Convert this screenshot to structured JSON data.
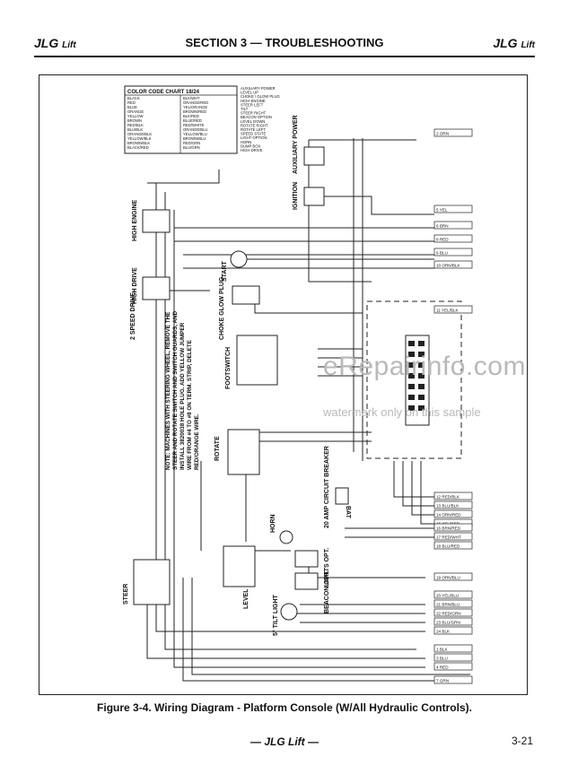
{
  "header": {
    "brand_left": "JLG",
    "brand_left_sub": "Lift",
    "section": "SECTION 3 — TROUBLESHOOTING",
    "brand_right": "JLG",
    "brand_right_sub": "Lift"
  },
  "diagram": {
    "color_code_title": "COLOR CODE CHART 18/24",
    "color_code_items": [
      "BLACK",
      "RED",
      "BLUE",
      "ORANGE",
      "YELLOW",
      "BROWN",
      "RED/BLK",
      "BLU/BLK",
      "ORANGE/BLK",
      "YELLOW/BLK",
      "BROWN/BLK",
      "BLACK/RED",
      "BLK/WHT",
      "ORANGE/RED",
      "YEL/ORANGE",
      "BROWN/RED",
      "BLK/RED",
      "BLUE/RED",
      "RED/WHITE",
      "ORANGE/BLU",
      "YELLOW/BLU",
      "BROWN/BLU",
      "RED/GRN",
      "BLU/GRN"
    ],
    "color_code_functions": [
      "AUXILIARY POWER",
      "LEVEL UP",
      "CHOKE / GLOW PLUG",
      "HIGH ENGINE",
      "STEER LEFT",
      "TILT",
      "STEER RIGHT",
      "BEACON OPTION",
      "LEVEL DOWN",
      "ROTATE RIGHT",
      "ROTATE LEFT",
      "SPEED STATE",
      "LIGHT OPTION",
      "HORN",
      "DUMP BOX",
      "HIGH DRIVE"
    ],
    "components": {
      "aux_power": "AUXILIARY POWER",
      "ignition": "IGNITION",
      "high_engine": "HIGH ENGINE",
      "high_drive": "HIGH DRIVE",
      "two_speed": "2 SPEED DRIVE",
      "start": "START",
      "choke": "CHOKE GLOW PLUG",
      "footswitch": "FOOTSWITCH",
      "rotate": "ROTATE",
      "steer": "STEER",
      "level": "LEVEL",
      "tilt_light": "5° TILT LIGHT",
      "horn": "HORN",
      "circuit_breaker": "20 AMP CIRCUIT BREAKER",
      "lights_opt": "LIGHTS OPT.",
      "beacon_opt": "BEACON OPT.",
      "bat": "BAT"
    },
    "note": "NOTE: MACHINES WITH STEERING WHEEL, REMOVE THE STEER AND ROTATE SWITCH AND SWITCH GUARDS, AND INSTALL 3820038 HOLE PLUG. ADD YELLOW JUMPER WIRE FROM #4 TO #8 ON TERM. STRIP, DELETE RED/ORANGE WIRE.",
    "terminal_labels": [
      "2 ORN",
      "5 YEL",
      "6 BRN",
      "8 RED",
      "9 BLU",
      "10 ORN/BLK",
      "11 YEL/BLK",
      "12 RED/BLK",
      "13 BLU/BLK",
      "14 ORN/RED",
      "15 YEL/RED",
      "16 BRN/RED",
      "17 RED/WHT",
      "18 BLU/RED",
      "19 ORN/BLU",
      "20 YEL/BLU",
      "21 BRN/BLU",
      "22 RED/GRN",
      "23 BLU/GRN",
      "24 BLK",
      "1 BLK",
      "3 BLU",
      "4 RED",
      "7 GRN"
    ]
  },
  "caption": "Figure 3-4. Wiring Diagram - Platform Console (W/All Hydraulic Controls).",
  "footer": {
    "brand": "— JLG Lift —",
    "page": "3-21"
  },
  "watermark": {
    "site": "eRepairinfo.com",
    "sub": "watermark only on this sample"
  }
}
